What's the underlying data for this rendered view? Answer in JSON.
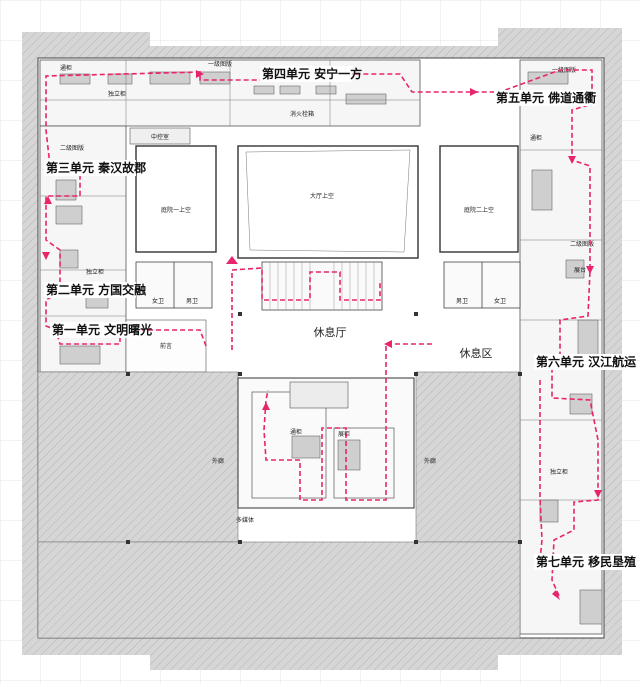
{
  "units": [
    {
      "id": "u1",
      "label": "第一单元 文明曙光"
    },
    {
      "id": "u2",
      "label": "第二单元 方国交融"
    },
    {
      "id": "u3",
      "label": "第三单元 秦汉故郡"
    },
    {
      "id": "u4",
      "label": "第四单元 安宁一方"
    },
    {
      "id": "u5",
      "label": "第五单元 佛道通衢"
    },
    {
      "id": "u6",
      "label": "第六单元 汉江航运"
    },
    {
      "id": "u7",
      "label": "第七单元 移民垦殖"
    }
  ],
  "halls": {
    "lobby_upper": "大厅上空",
    "courtyard1": "庭院一上空",
    "courtyard2": "庭院二上空",
    "rest_hall": "休息厅",
    "rest_area": "休息区",
    "men": "男卫",
    "women": "女卫",
    "men2": "男卫",
    "women2": "女卫",
    "ext_left": "外廊",
    "ext_right": "外廊",
    "preface": "前言",
    "control": "中控室"
  },
  "rooms": {
    "r1": "独立柜",
    "r2": "通柜",
    "r3": "一级图版",
    "r4": "二级图版",
    "r5": "消火栓箱",
    "r6": "独立柜",
    "r7": "一级图版",
    "r8": "通柜",
    "r9": "展台",
    "r10": "多媒体",
    "r11": "通柜",
    "r12": "展柜",
    "r13": "二级图版",
    "r14": "独立柜"
  }
}
